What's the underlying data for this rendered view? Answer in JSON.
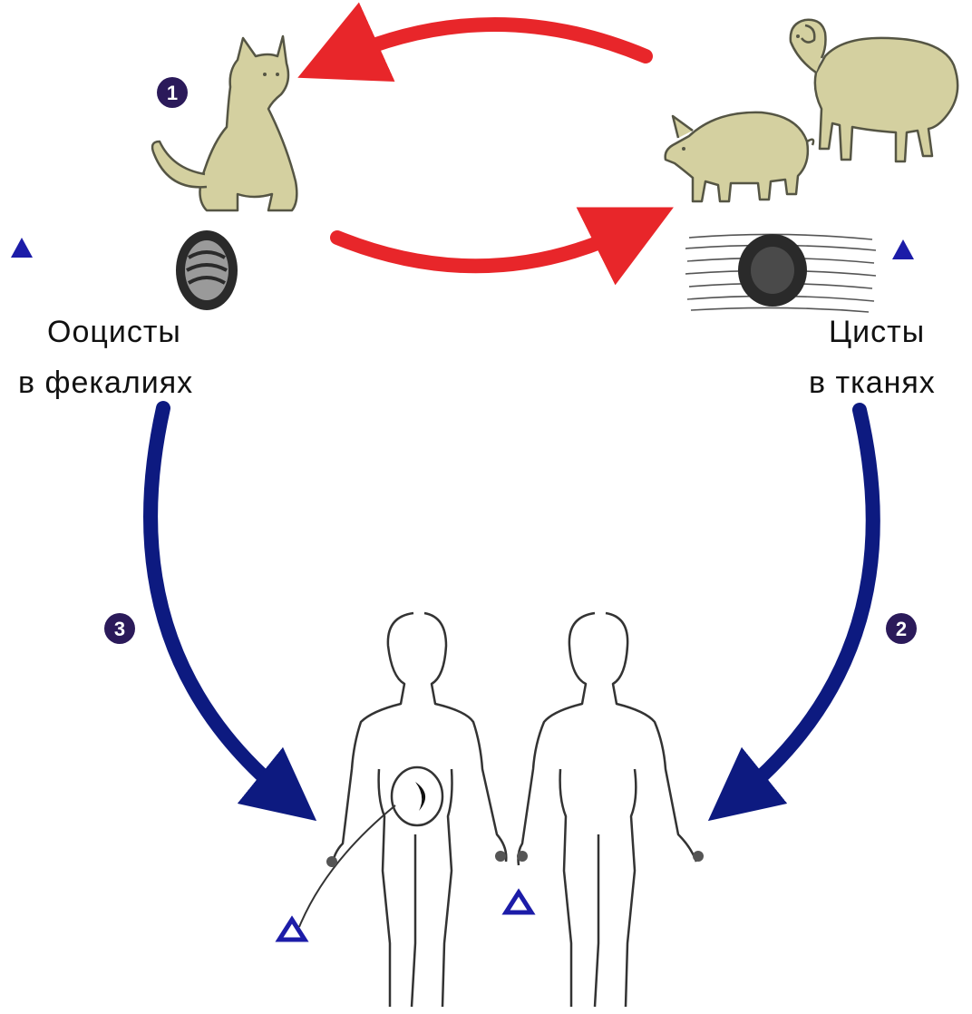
{
  "colors": {
    "red_arrow": "#e8262a",
    "blue_arrow": "#0d1a80",
    "step_circle": "#2b1a5a",
    "triangle": "#1c1ca8",
    "animal_fill": "#d4d0a0",
    "animal_outline": "#555544",
    "cyst": "#2a2a2a"
  },
  "steps": [
    {
      "number": "1"
    },
    {
      "number": "2"
    },
    {
      "number": "3"
    }
  ],
  "labels": {
    "oocysts_line1": "Ооцисты",
    "oocysts_line2": "в фекалиях",
    "cysts_line1": "Цисты",
    "cysts_line2": "в тканях"
  },
  "icons": {
    "cat": "cat-icon",
    "sheep": "sheep-icon",
    "pig": "pig-icon",
    "oocyst": "oocyst-icon",
    "tissue_cyst": "tissue-cyst-icon",
    "humans": "human-figure-icon",
    "stage_marker": "triangle-marker-icon"
  }
}
